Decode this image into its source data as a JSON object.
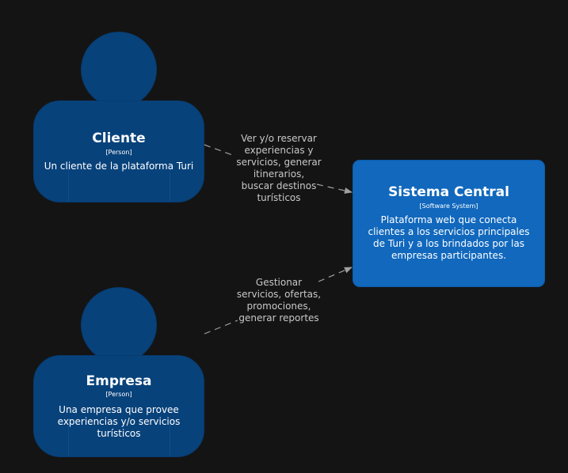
{
  "colors": {
    "background": "#141414",
    "person": "#08427b",
    "software_system": "#1168bd",
    "relationship": "#a0a0a0",
    "relationship_text": "#c8c8c8"
  },
  "nodes": {
    "cliente": {
      "icon": "person-icon",
      "title": "Cliente",
      "type": "[Person]",
      "description": "Un cliente de la plataforma Turi"
    },
    "empresa": {
      "icon": "person-icon",
      "title": "Empresa",
      "type": "[Person]",
      "description": "Una empresa que provee\nexperiencias y/o servicios\nturísticos"
    },
    "sistema": {
      "title": "Sistema Central",
      "type": "[Software System]",
      "description": "Plataforma web que conecta\nclientes a los servicios principales\nde Turi y a los brindados por las\nempresas participantes."
    }
  },
  "relationships": [
    {
      "from": "Cliente",
      "to": "Sistema Central",
      "label": "Ver y/o reservar\nexperiencias y\nservicios, generar\nitinerarios,\nbuscar destinos\nturísticos"
    },
    {
      "from": "Empresa",
      "to": "Sistema Central",
      "label": "Gestionar\nservicios, ofertas,\npromociones,\ngenerar reportes"
    }
  ]
}
